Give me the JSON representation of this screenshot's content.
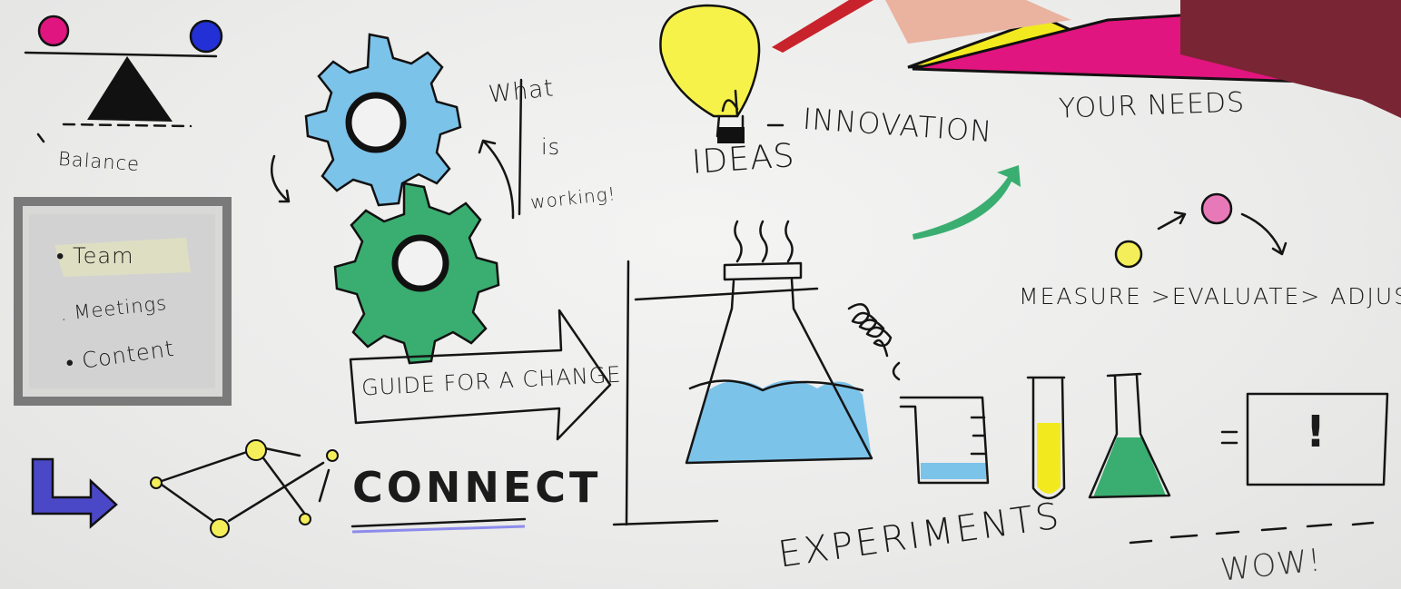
{
  "labels": {
    "balance": "Balance",
    "team": "• Team",
    "meetings": ". Meetings",
    "content": "• Content",
    "what": "What",
    "is": "is",
    "working": "working!",
    "ideas": "IDEAS",
    "innovation": "INNOVATION",
    "your_needs": "YOUR NEEDS",
    "measure": "MEASURE >EVALUATE> ADJUST",
    "guide": "GUIDE FOR A CHANGE",
    "connect": "CONNECT",
    "experiments": "EXPERIMENTS",
    "wow": "WOW!",
    "equals": "=",
    "exclaim": "!"
  },
  "colors": {
    "magenta": "#e0157f",
    "blue": "#2230d6",
    "cyan": "#7cc3ea",
    "green": "#3aae70",
    "yellow": "#f2ea1e",
    "purple": "#4b48c8"
  }
}
